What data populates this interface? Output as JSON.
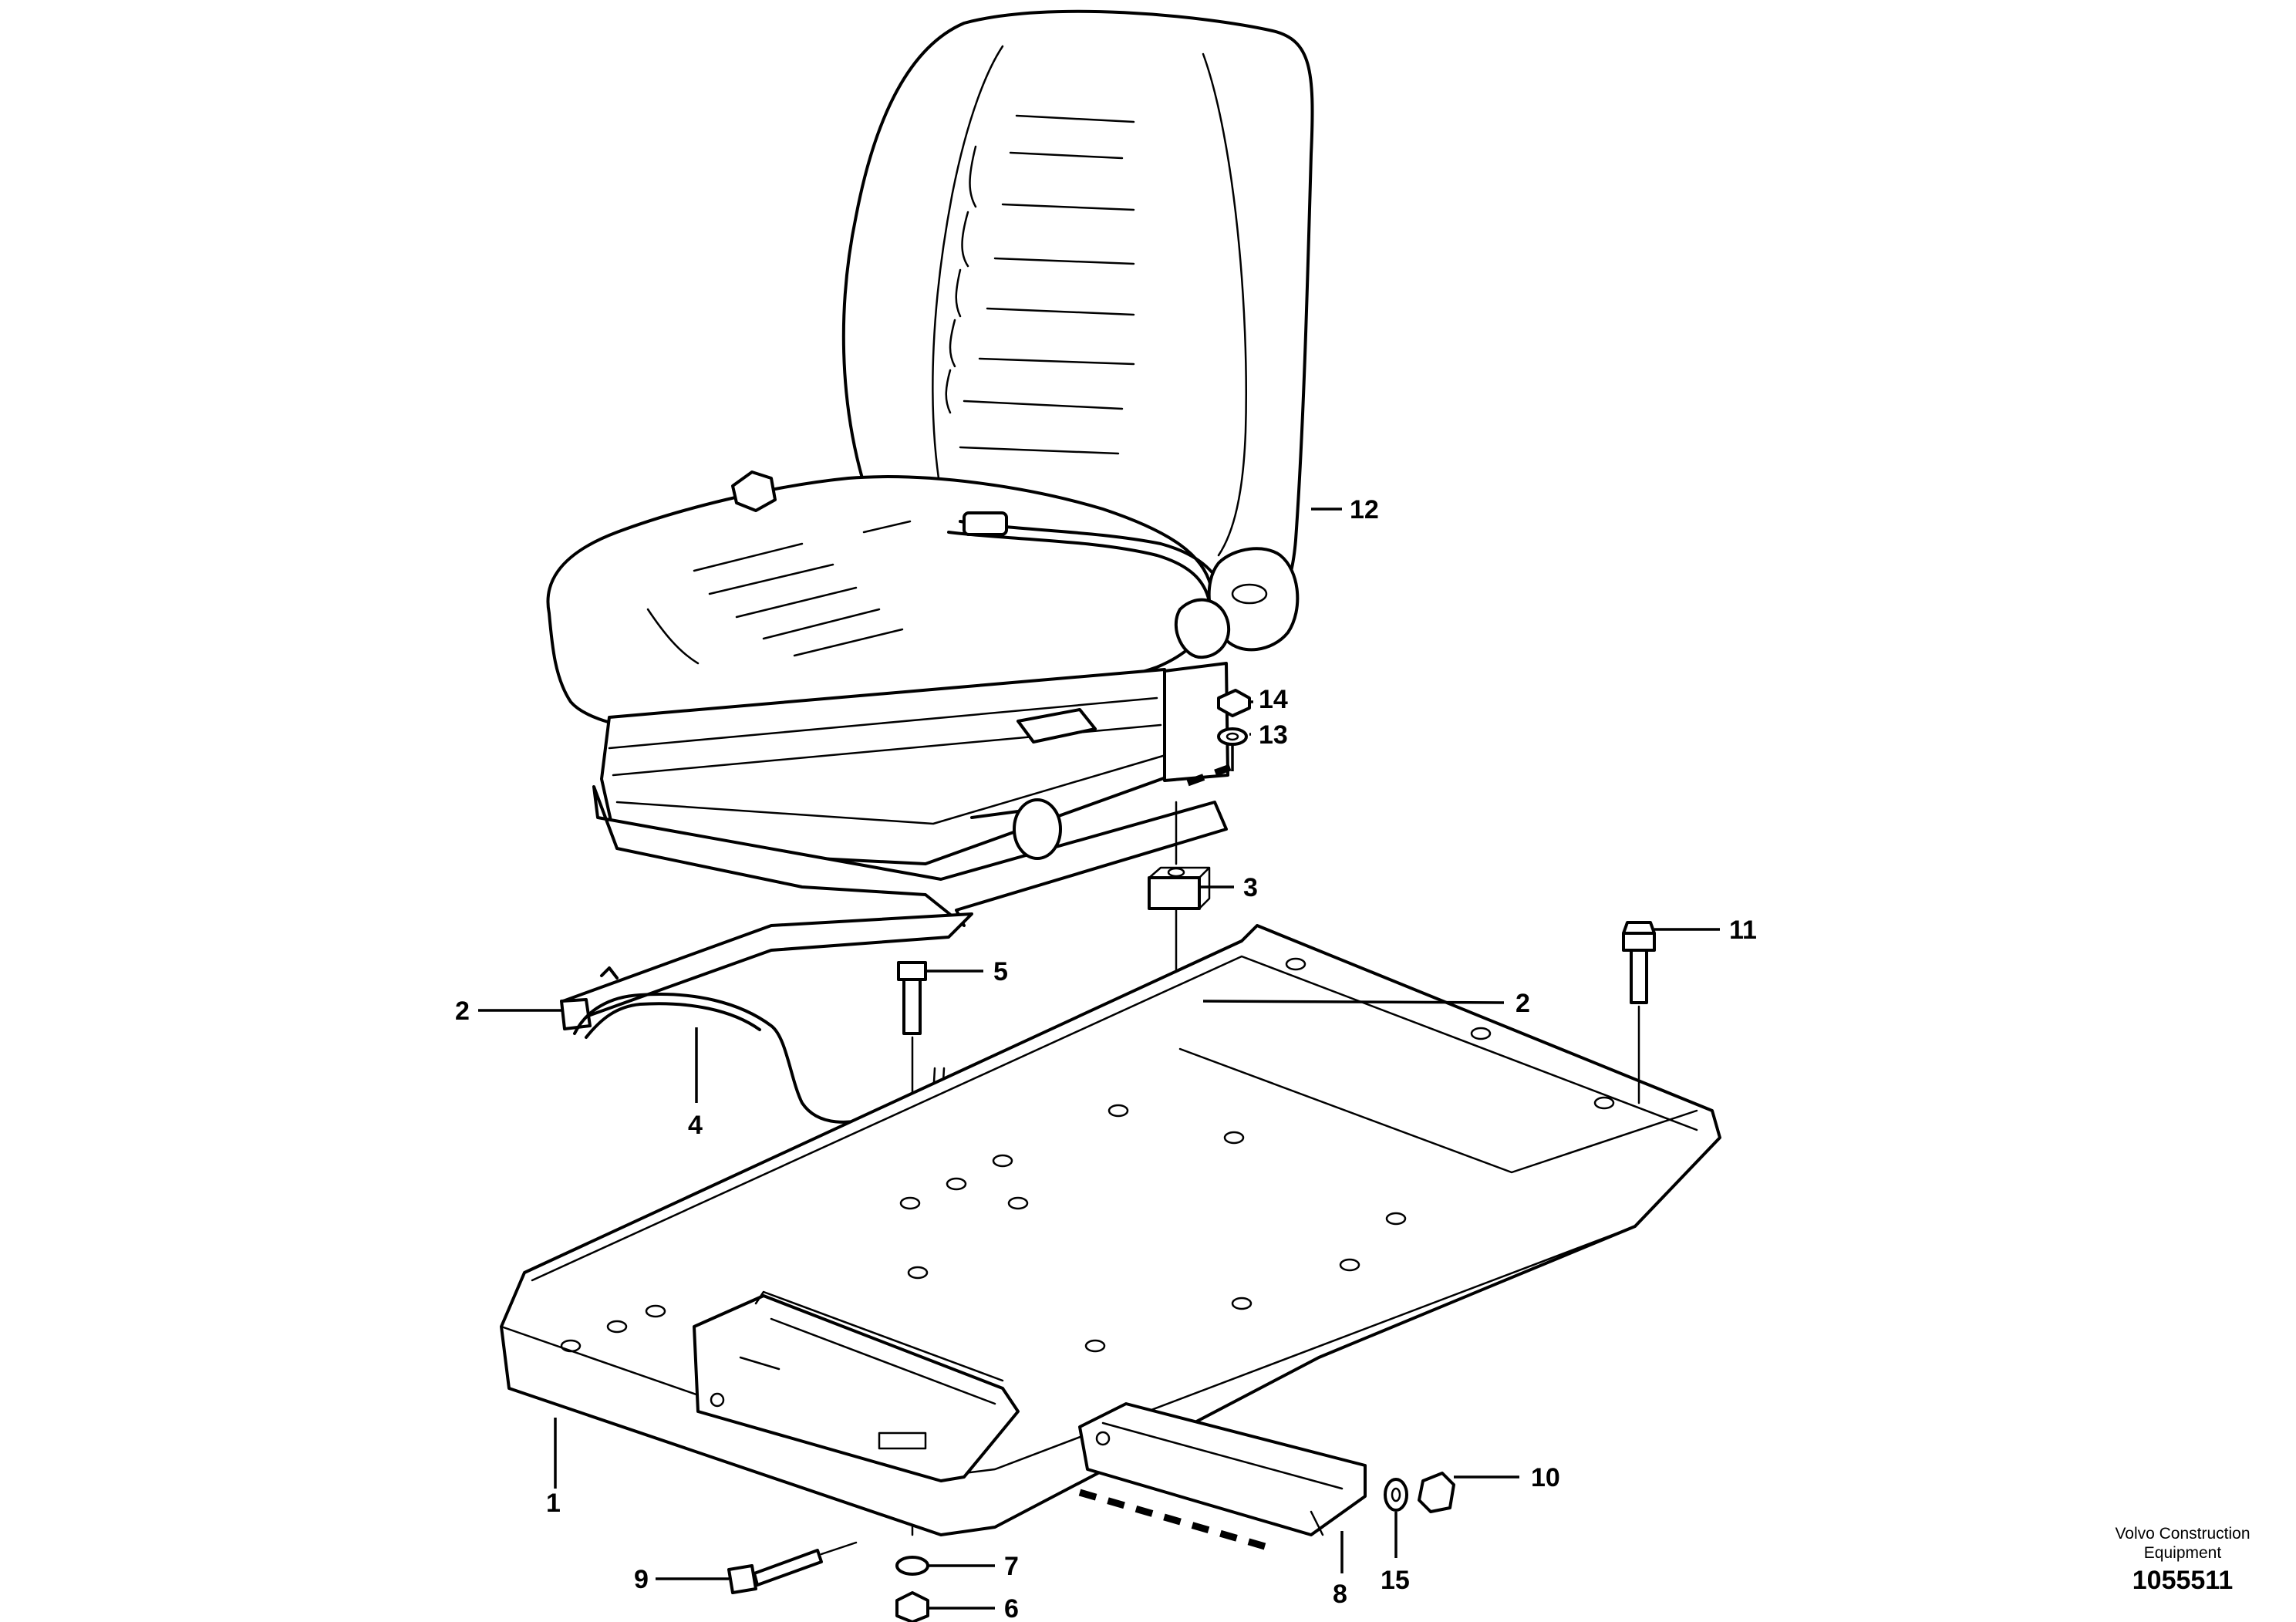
{
  "callouts": {
    "c1": "1",
    "c2_left": "2",
    "c2_right": "2",
    "c3": "3",
    "c4": "4",
    "c5": "5",
    "c6": "6",
    "c7": "7",
    "c8": "8",
    "c9": "9",
    "c10": "10",
    "c11": "11",
    "c12": "12",
    "c13": "13",
    "c14": "14",
    "c15": "15"
  },
  "footer": {
    "brand_line1": "Volvo Construction",
    "brand_line2": "Equipment",
    "doc_number": "1055511"
  }
}
